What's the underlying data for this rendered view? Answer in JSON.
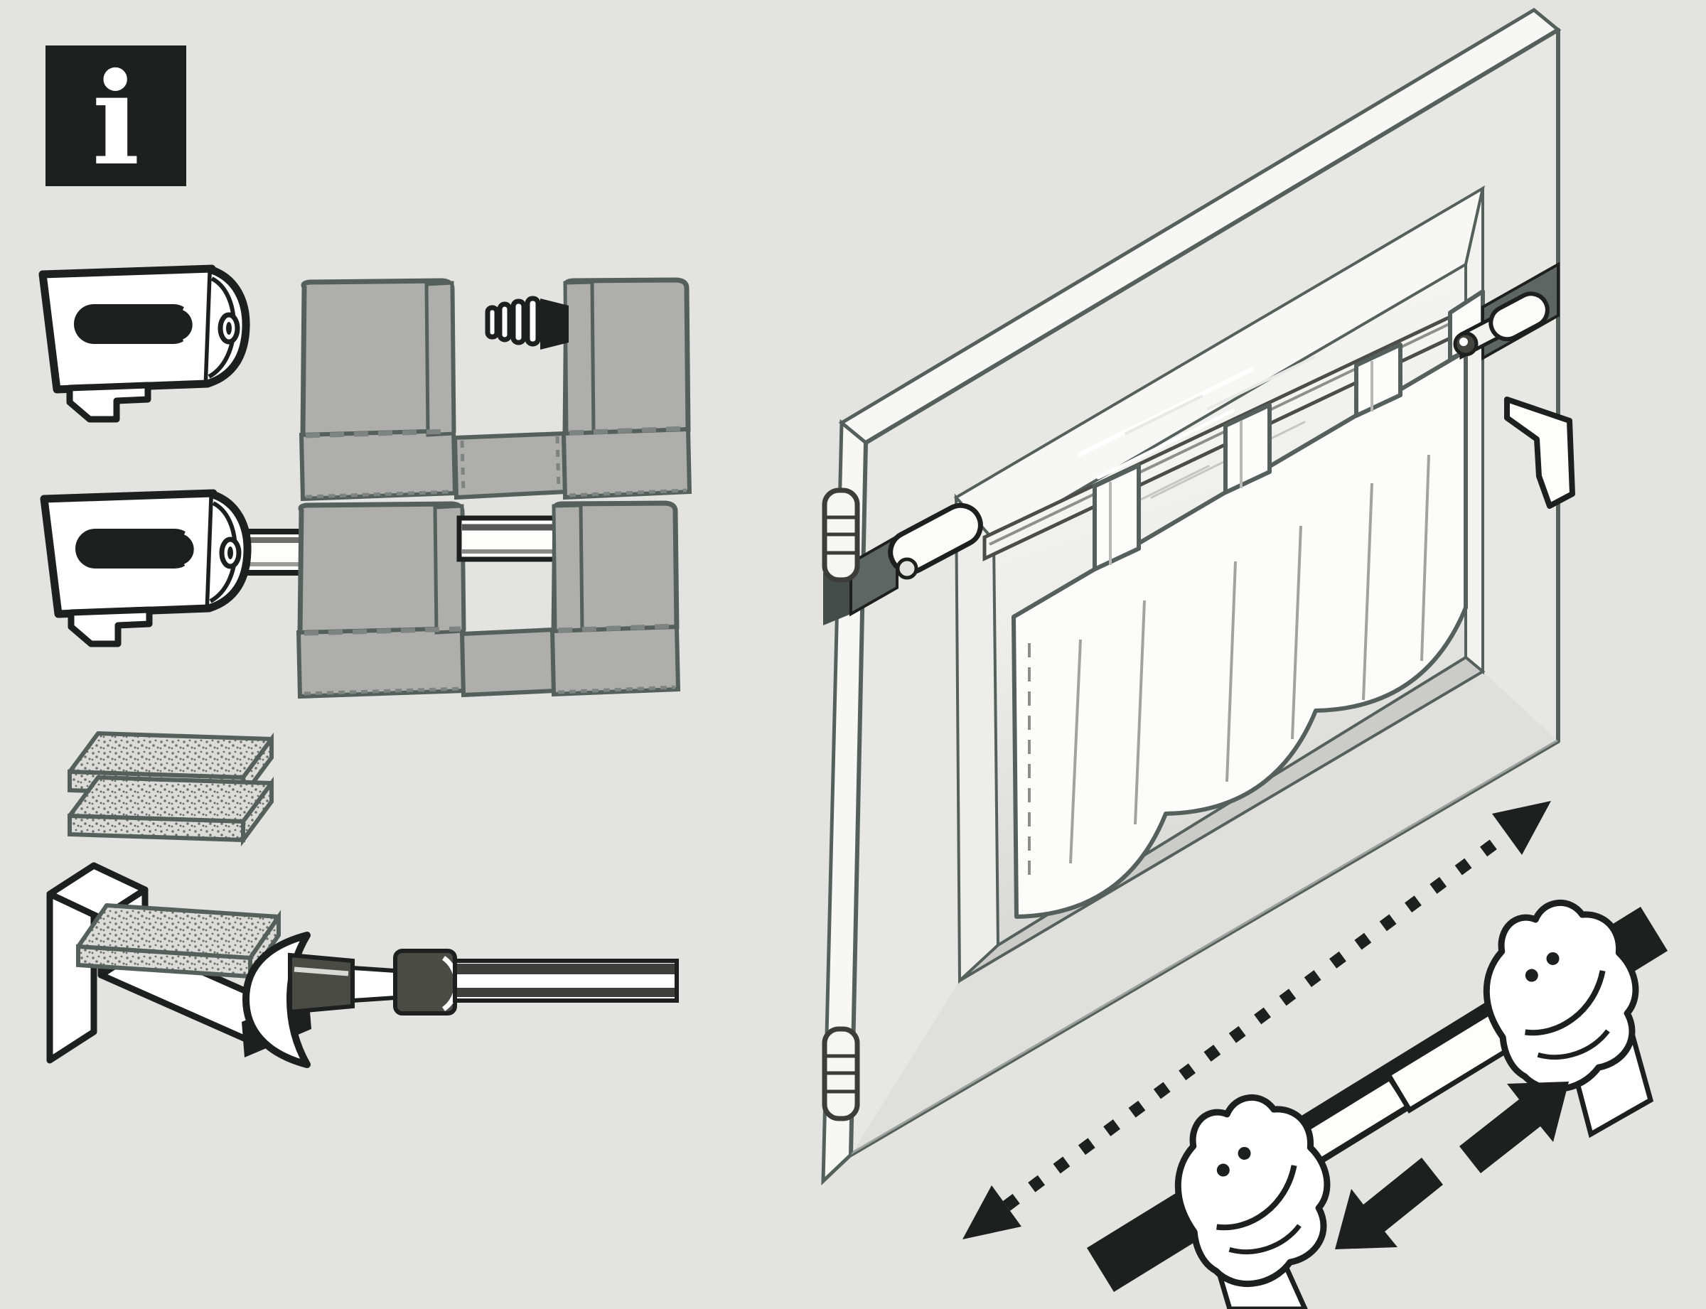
{
  "info_badge": {
    "glyph": "i"
  },
  "colors": {
    "bg": "#e3e3e1",
    "ink": "#1e201f",
    "line": "#55605d",
    "white_face": "#f7f7f5",
    "door_face": "#e7e7e5",
    "door_face_low": "#d8d8d5",
    "sill": "#cbcbc8",
    "glass_hi": "#fafaf8",
    "glass_lo": "#d6d6d3",
    "fabric": "#aeaeac",
    "fabric_deep": "#7e8482",
    "clamp": "#5d6663",
    "clamp_deep": "#454d4a",
    "curtain": "#fcfcfa",
    "metal_dark": "#413f3a",
    "foam": "#dbdbd7",
    "speck": "#6e6e6a"
  },
  "icons": [
    {
      "name": "info-icon",
      "glyph": "i"
    },
    {
      "name": "span-arrow-dashed"
    },
    {
      "name": "pull-left-arrow"
    },
    {
      "name": "pull-right-arrow"
    }
  ]
}
